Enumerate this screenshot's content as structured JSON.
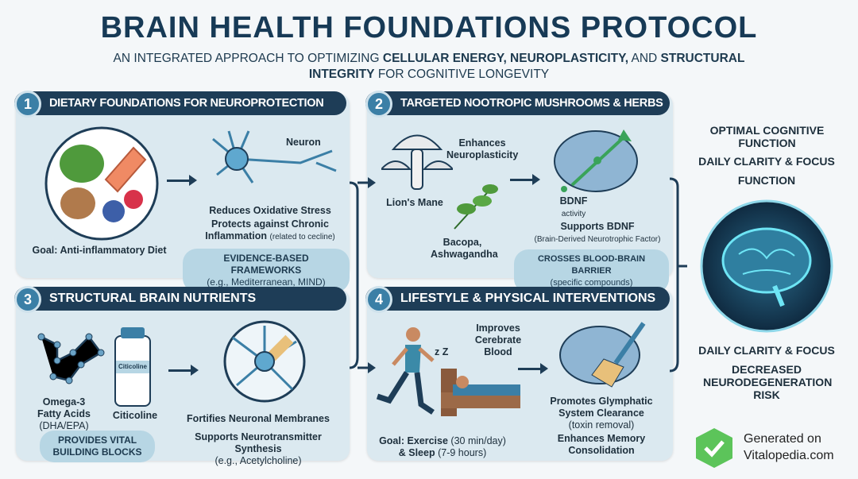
{
  "title": "BRAIN HEALTH FOUNDATIONS PROTOCOL",
  "subtitle": {
    "p1": "AN INTEGRATED APPROACH TO OPTIMIZING ",
    "b1": "CELLULAR ENERGY, NEUROPLASTICITY,",
    "p2": " AND ",
    "b2": "STRUCTURAL INTEGRITY",
    "p3": " FOR COGNITIVE LONGEVITY"
  },
  "panels": [
    {
      "num": "1",
      "title": "DIETARY FOUNDATIONS FOR NEUROPROTECTION",
      "neuron_label": "Neuron",
      "effect1": "Reduces Oxidative Stress",
      "effect2": "Protects against Chronic Inflammation",
      "effect2_note": "(related to cecline)",
      "goal": "Goal: Anti-inflammatory Diet",
      "pill_title": "EVIDENCE-BASED FRAMEWORKS",
      "pill_note": "(e.g., Mediterranean, MIND)"
    },
    {
      "num": "2",
      "title": "TARGETED NOOTROPIC MUSHROOMS & HERBS",
      "enhances": "Enhances Neuroplasticity",
      "lions_mane": "Lion's Mane",
      "herbs": "Bacopa, Ashwagandha",
      "bdnf": "BDNF",
      "bdnf_activity": "activity",
      "supports": "Supports BDNF",
      "supports_note": "(Brain-Derived Neurotrophic Factor)",
      "pill_title": "CROSSES BLOOD-BRAIN BARRIER",
      "pill_note": "(specific compounds)"
    },
    {
      "num": "3",
      "title": "STRUCTURAL BRAIN NUTRIENTS",
      "omega": "Omega-3 Fatty Acids",
      "omega_note": "(DHA/EPA)",
      "bottle_label": "Citicoline",
      "citicoline": "Citicoline",
      "fortifies": "Fortifies Neuronal Membranes",
      "supports": "Supports Neurotransmitter Synthesis",
      "supports_note": "(e.g., Acetylcholine)",
      "pill_title": "PROVIDES VITAL BUILDING BLOCKS"
    },
    {
      "num": "4",
      "title": "LIFESTYLE & PHYSICAL INTERVENTIONS",
      "improves": "Improves Cerebrate Blood",
      "zz": "z Z",
      "goal1": "Goal: Exercise",
      "goal1_note": "(30 min/day)",
      "goal2": "& Sleep",
      "goal2_note": "(7-9 hours)",
      "glymphatic": "Promotes Glymphatic System Clearance",
      "glymphatic_note": "(toxin removal)",
      "memory": "Enhances Memory Consolidation"
    }
  ],
  "outcomes": {
    "top1": "OPTIMAL COGNITIVE FUNCTION",
    "top2": "DAILY CLARITY & FOCUS",
    "top3": "FUNCTION",
    "bottom1": "DAILY CLARITY & FOCUS",
    "bottom2": "DECREASED NEURODEGENERATION RISK"
  },
  "footer": {
    "generated": "Generated on",
    "site": "Vitalopedia.com"
  },
  "colors": {
    "header": "#1e3d57",
    "panel": "#dbe9f0",
    "accent": "#3b7fa6",
    "glow": "#4fd1e8",
    "logo": "#5cc45a"
  }
}
